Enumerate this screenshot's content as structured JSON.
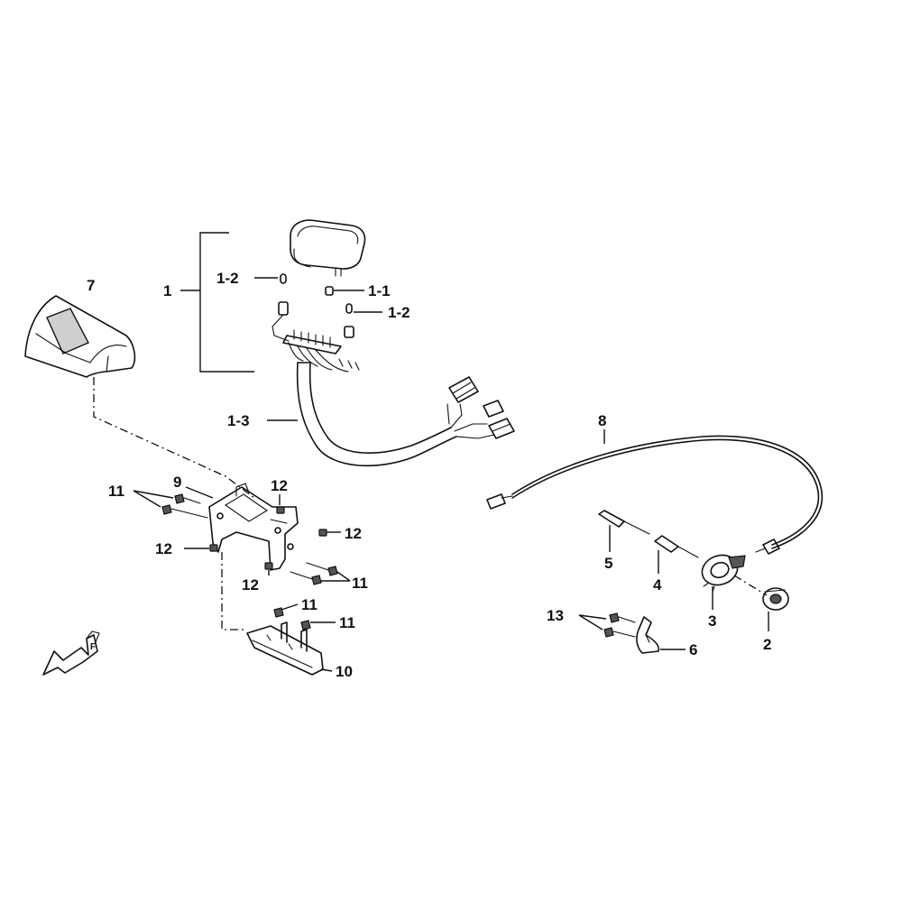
{
  "callouts": {
    "c1": "1",
    "c1_1": "1-1",
    "c1_2a": "1-2",
    "c1_2b": "1-2",
    "c1_3": "1-3",
    "c2": "2",
    "c3": "3",
    "c4": "4",
    "c5": "5",
    "c6": "6",
    "c7": "7",
    "c8": "8",
    "c9": "9",
    "c10": "10",
    "c11a": "11",
    "c11b": "11",
    "c11c": "11",
    "c11d": "11",
    "c12a": "12",
    "c12b": "12",
    "c12c": "12",
    "c12d": "12",
    "c13": "13"
  },
  "front_marker": "F"
}
